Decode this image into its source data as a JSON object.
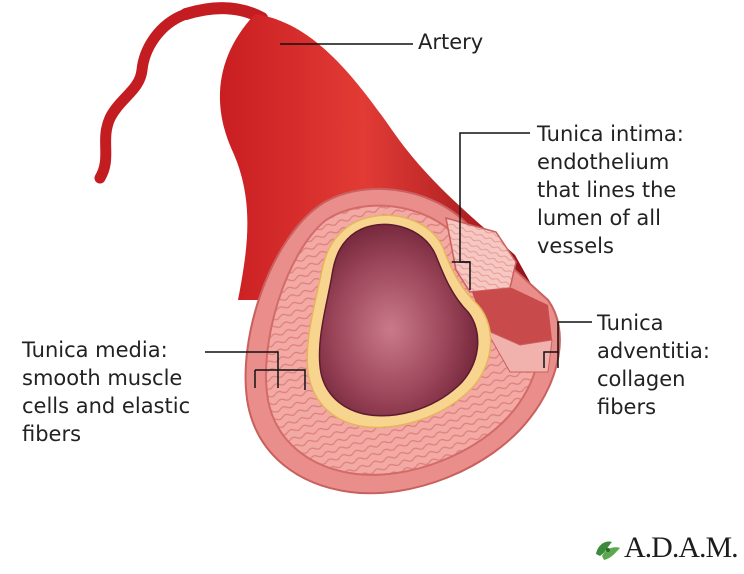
{
  "labels": {
    "artery": "Artery",
    "intima": "Tunica intima:\nendothelium\nthat lines the\nlumen of all\nvessels",
    "media": "Tunica media:\nsmooth muscle\ncells and elastic\nfibers",
    "adventitia": "Tunica\nadventitia:\ncollagen\nfibers"
  },
  "logo": {
    "text": "A.D.A.M."
  },
  "colors": {
    "artery_red": "#d62a2a",
    "artery_dark": "#a3141c",
    "wall_pink": "#f2a7a3",
    "lumen": "#9e4a5e",
    "leader": "#111111",
    "logo_green": "#3c8a3a"
  }
}
